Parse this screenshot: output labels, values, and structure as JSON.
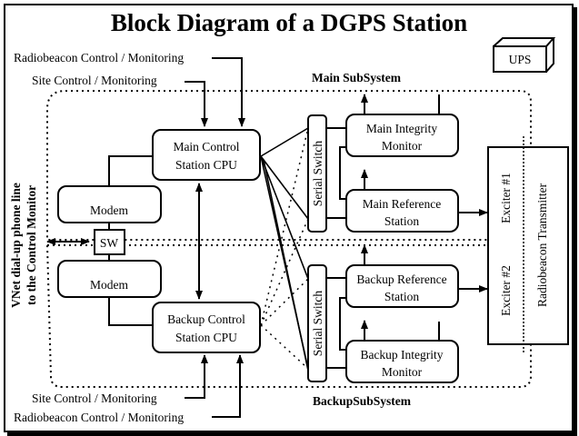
{
  "title": "Block Diagram of a DGPS Station",
  "ups": {
    "label": "UPS"
  },
  "main_subsystem": {
    "label": "Main SubSystem",
    "control_cpu": [
      "Main Control",
      "Station CPU"
    ],
    "integrity_monitor": [
      "Main Integrity",
      "Monitor"
    ],
    "reference_station": [
      "Main Reference",
      "Station"
    ],
    "serial_switch": "Serial Switch",
    "modem": "Modem",
    "inputs": [
      "Radiobeacon Control / Monitoring",
      "Site Control / Monitoring"
    ]
  },
  "backup_subsystem": {
    "label": "BackupSubSystem",
    "control_cpu": [
      "Backup Control",
      "Station CPU"
    ],
    "integrity_monitor": [
      "Backup Integrity",
      "Monitor"
    ],
    "reference_station": [
      "Backup Reference",
      "Station"
    ],
    "serial_switch": "Serial Switch",
    "modem": "Modem",
    "inputs": [
      "Site Control / Monitoring",
      "Radiobeacon Control / Monitoring"
    ]
  },
  "switch": {
    "label": "SW"
  },
  "phone_line": [
    "VNet dial-up phone line",
    "to the Control Monitor"
  ],
  "transmitter": {
    "label": "Radiobeacon Transmitter",
    "exciter1": "Exciter #1",
    "exciter2": "Exciter #2"
  }
}
